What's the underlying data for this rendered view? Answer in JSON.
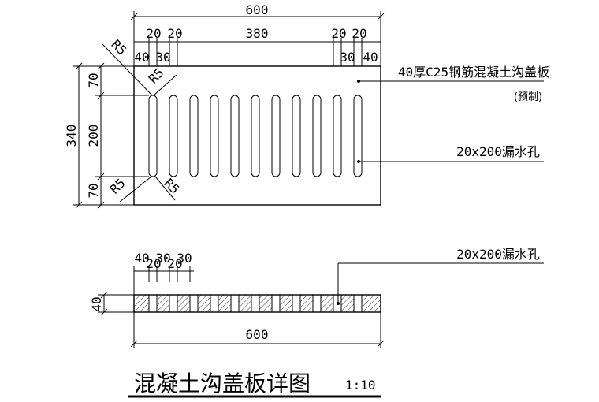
{
  "plan": {
    "dim_total": "600",
    "dim_inner": "380",
    "dim_20_a": "20",
    "dim_20_b": "20",
    "dim_20_c": "20",
    "dim_20_d": "20",
    "dim_40_l": "40",
    "dim_30_l": "30",
    "dim_30_r": "30",
    "dim_40_r": "40",
    "dim_70_top": "70",
    "dim_200": "200",
    "dim_70_bottom": "70",
    "dim_340": "340",
    "radius_tl_outer": "R5",
    "radius_tl_inner": "R5",
    "radius_bl_outer": "R5",
    "radius_bl_inner": "R5",
    "note_plate": "40厚C25钢筋混凝土沟盖板",
    "note_precast": "(预制)",
    "note_holes": "20x200漏水孔"
  },
  "section": {
    "dim_20_a": "20",
    "dim_20_b": "20",
    "dim_40": "40",
    "dim_30_a": "30",
    "dim_30_b": "30",
    "dim_thickness": "40",
    "dim_total": "600",
    "note_holes": "20x200漏水孔"
  },
  "title": {
    "text": "混凝土沟盖板详图",
    "scale": "1:10"
  }
}
